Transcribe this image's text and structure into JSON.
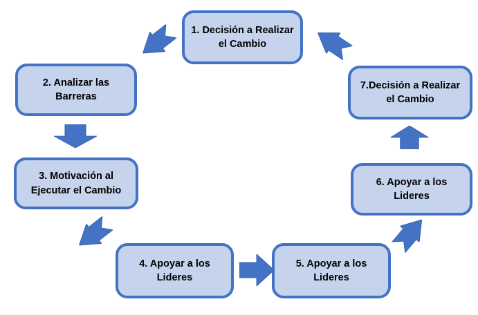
{
  "diagram": {
    "type": "cycle-flow",
    "background_color": "#ffffff",
    "colors": {
      "box_fill": "#c5d3ec",
      "box_border": "#4472c4",
      "arrow_fill": "#4472c4",
      "text": "#000000"
    },
    "steps": [
      {
        "id": "1",
        "label": "1. Decisión a Realizar el Cambio",
        "lines": [
          "1. Decisión a Realizar",
          "el Cambio"
        ]
      },
      {
        "id": "2",
        "label": "2. Analizar las Barreras",
        "lines": [
          "2. Analizar las",
          "Barreras"
        ]
      },
      {
        "id": "3",
        "label": "3. Motivación al Ejecutar el Cambio",
        "lines": [
          "3. Motivación al",
          "Ejecutar el Cambio"
        ]
      },
      {
        "id": "4",
        "label": "4. Apoyar a los Lideres",
        "lines": [
          "4. Apoyar a los",
          "Lideres"
        ]
      },
      {
        "id": "5",
        "label": "5. Apoyar a los Lideres",
        "lines": [
          "5. Apoyar a los",
          "Lideres"
        ]
      },
      {
        "id": "6",
        "label": "6. Apoyar a los Lideres",
        "lines": [
          "6. Apoyar a los",
          "Lideres"
        ]
      },
      {
        "id": "7",
        "label": "7.Decisión a Realizar el Cambio",
        "lines": [
          "7.Decisión a Realizar",
          "el Cambio"
        ]
      }
    ],
    "arrows": [
      {
        "name": "arrow-1-to-2",
        "style": "notched-diagonal",
        "direction": "down-left"
      },
      {
        "name": "arrow-2-to-3",
        "style": "block",
        "direction": "down"
      },
      {
        "name": "arrow-3-to-4",
        "style": "notched-diagonal",
        "direction": "down-left"
      },
      {
        "name": "arrow-4-to-5",
        "style": "block",
        "direction": "right"
      },
      {
        "name": "arrow-5-to-6",
        "style": "notched-diagonal",
        "direction": "up-right"
      },
      {
        "name": "arrow-6-to-7",
        "style": "block",
        "direction": "up"
      },
      {
        "name": "arrow-7-to-1",
        "style": "notched-diagonal",
        "direction": "up-left"
      }
    ]
  }
}
